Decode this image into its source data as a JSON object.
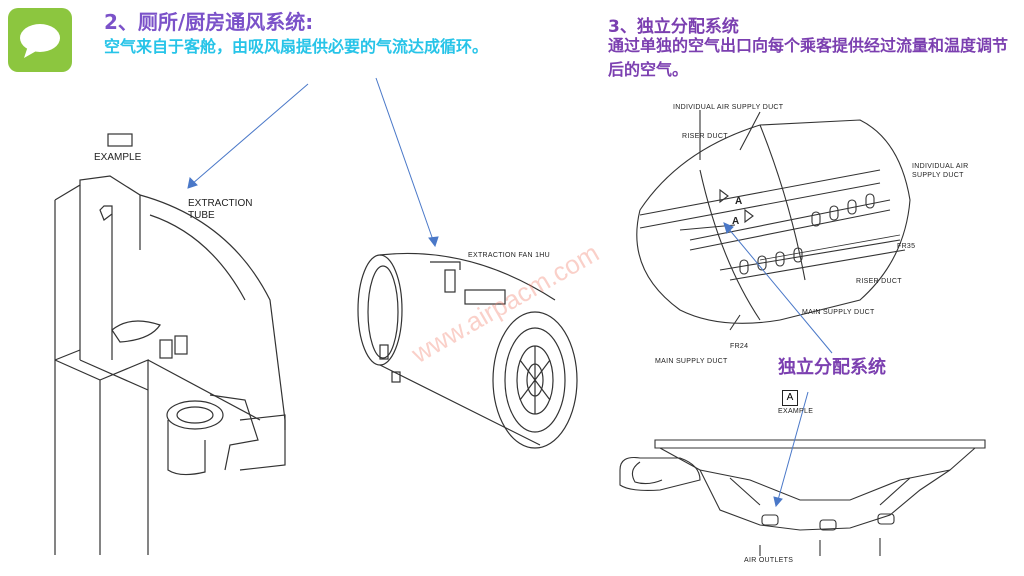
{
  "section2": {
    "title": "2、厕所/厨房通风系统:",
    "description": "空气来自于客舱，由吸风扇提供必要的气流达成循环。"
  },
  "section3": {
    "title": "3、独立分配系统",
    "description": "通过单独的空气出口向每个乘客提供经过流量和温度调节后的空气。"
  },
  "labels": {
    "example_left": "EXAMPLE",
    "extraction_tube": "EXTRACTION\nTUBE",
    "extraction_fan": "EXTRACTION FAN 1HU",
    "individual_air_supply_top": "INDIVIDUAL AIR SUPPLY DUCT",
    "riser_duct_top": "RISER DUCT",
    "individual_air_supply_right": "INDIVIDUAL AIR\nSUPPLY DUCT",
    "fr35": "FR35",
    "riser_duct_right": "RISER DUCT",
    "main_supply_right": "MAIN SUPPLY DUCT",
    "fr24": "FR24",
    "main_supply_left": "MAIN SUPPLY DUCT",
    "marker_a1": "A",
    "marker_a2": "A",
    "box_a": "A",
    "example_right": "EXAMPLE",
    "air_outlets": "AIR OUTLETS"
  },
  "callout": "独立分配系统",
  "watermark": "www.airpacm.com",
  "colors": {
    "logo": "#8cc63f",
    "title_purple": "#7b52c9",
    "desc_cyan": "#27c4e8",
    "section3_purple": "#7b3fb0",
    "arrow_blue": "#4a78c8"
  },
  "icons": {
    "logo": "speech-bubble-icon"
  }
}
